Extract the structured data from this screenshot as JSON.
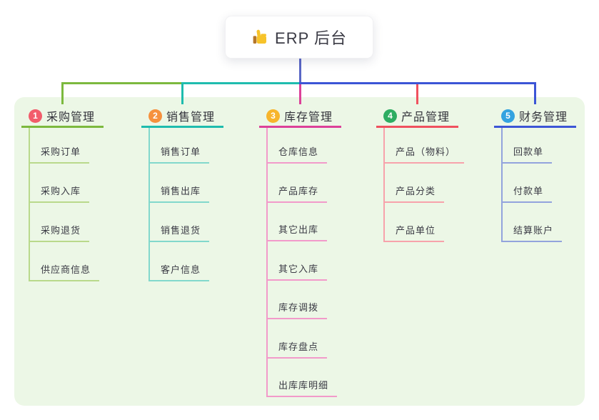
{
  "root": {
    "label": "ERP 后台",
    "icon": "thumbs-up-icon"
  },
  "colors": {
    "trunk_line": "#5a67c6",
    "panel_background": "#ecf7e6",
    "text": "#34343c",
    "root_card_background": "#ffffff"
  },
  "branches": [
    {
      "badge": "1",
      "label": "采购管理",
      "badge_color": "#f25c6b",
      "line_color": "#7cb93e",
      "child_line_color": "#b9d98b",
      "children": [
        "采购订单",
        "采购入库",
        "采购退货",
        "供应商信息"
      ]
    },
    {
      "badge": "2",
      "label": "销售管理",
      "badge_color": "#f6913d",
      "line_color": "#1fbcae",
      "child_line_color": "#82d8cc",
      "children": [
        "销售订单",
        "销售出库",
        "销售退货",
        "客户信息"
      ]
    },
    {
      "badge": "3",
      "label": "库存管理",
      "badge_color": "#f7b52c",
      "line_color": "#dc4199",
      "child_line_color": "#f29aca",
      "children": [
        "仓库信息",
        "产品库存",
        "其它出库",
        "其它入库",
        "库存调拨",
        "库存盘点",
        "出库库明细"
      ]
    },
    {
      "badge": "4",
      "label": "产品管理",
      "badge_color": "#2ead62",
      "line_color": "#f0515f",
      "child_line_color": "#f7a2ab",
      "children": [
        "产品（物料）",
        "产品分类",
        "产品单位"
      ]
    },
    {
      "badge": "5",
      "label": "财务管理",
      "badge_color": "#34a3e0",
      "line_color": "#3c55d6",
      "child_line_color": "#93a3dd",
      "children": [
        "回款单",
        "付款单",
        "结算账户"
      ]
    }
  ]
}
